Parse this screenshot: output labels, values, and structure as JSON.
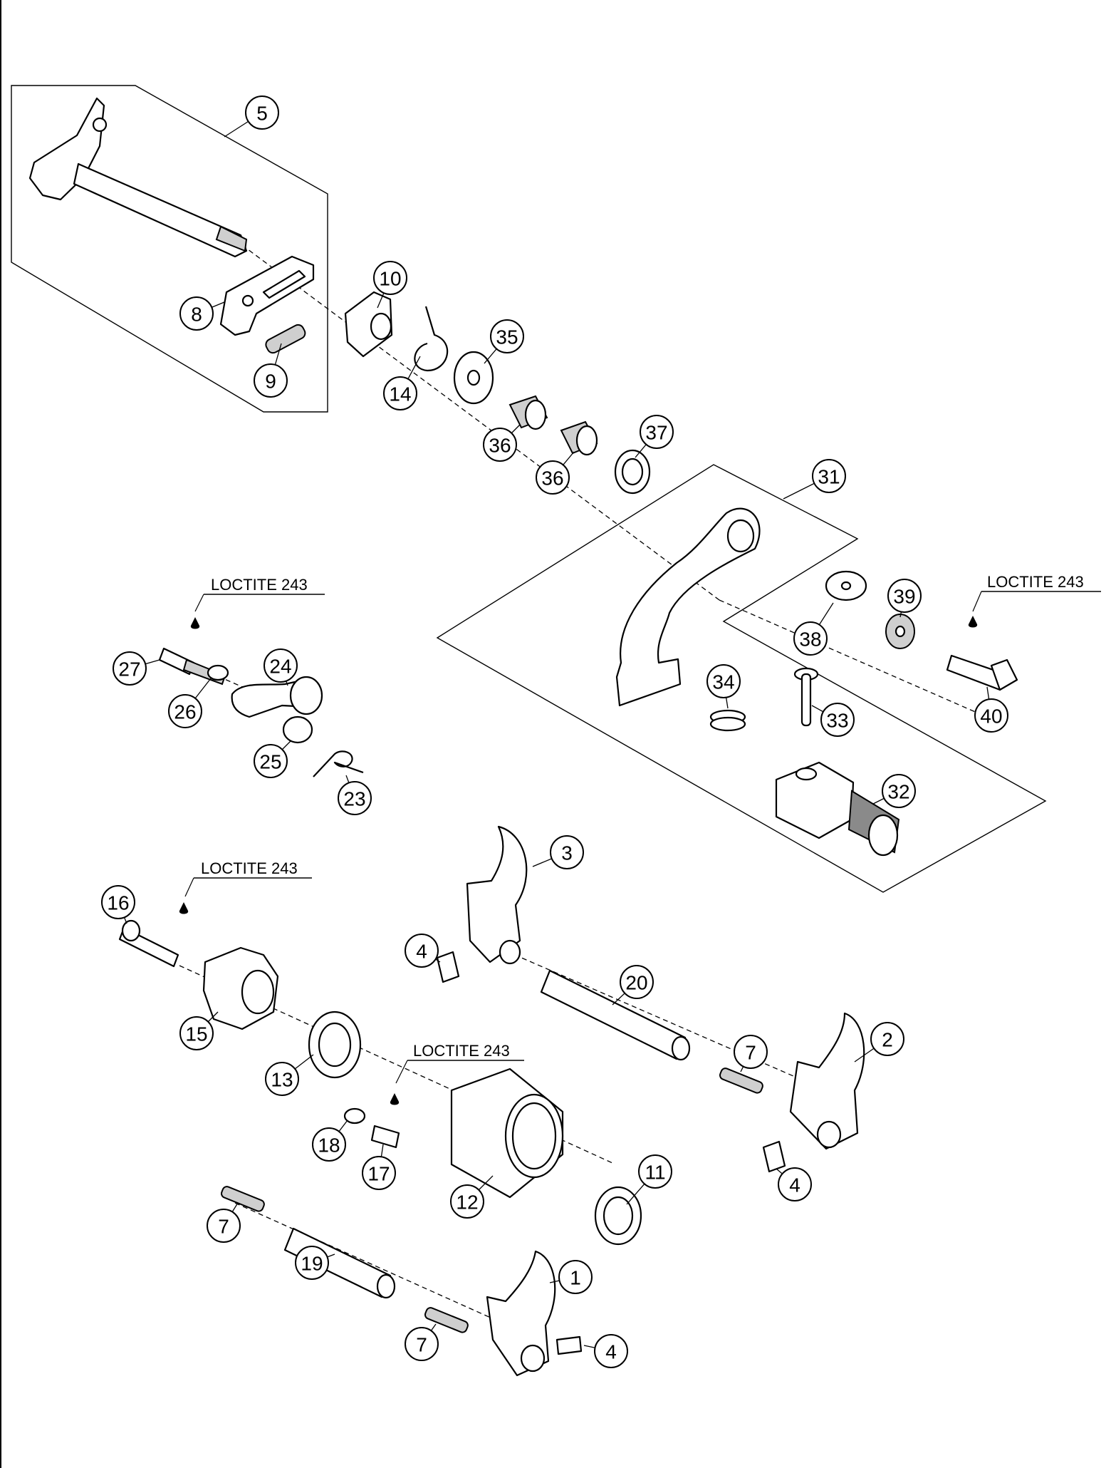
{
  "callouts": [
    {
      "label": "5"
    },
    {
      "label": "8"
    },
    {
      "label": "9"
    },
    {
      "label": "10"
    },
    {
      "label": "14"
    },
    {
      "label": "35"
    },
    {
      "label": "36"
    },
    {
      "label": "36"
    },
    {
      "label": "37"
    },
    {
      "label": "31"
    },
    {
      "label": "38"
    },
    {
      "label": "39"
    },
    {
      "label": "40"
    },
    {
      "label": "34"
    },
    {
      "label": "33"
    },
    {
      "label": "32"
    },
    {
      "label": "27"
    },
    {
      "label": "24"
    },
    {
      "label": "26"
    },
    {
      "label": "25"
    },
    {
      "label": "23"
    },
    {
      "label": "16"
    },
    {
      "label": "15"
    },
    {
      "label": "13"
    },
    {
      "label": "18"
    },
    {
      "label": "17"
    },
    {
      "label": "12"
    },
    {
      "label": "11"
    },
    {
      "label": "3"
    },
    {
      "label": "4"
    },
    {
      "label": "20"
    },
    {
      "label": "7"
    },
    {
      "label": "2"
    },
    {
      "label": "4"
    },
    {
      "label": "7"
    },
    {
      "label": "19"
    },
    {
      "label": "1"
    },
    {
      "label": "7"
    },
    {
      "label": "4"
    }
  ],
  "loctite_labels": [
    {
      "text": "LOCTITE 243"
    },
    {
      "text": "LOCTITE 243"
    },
    {
      "text": "LOCTITE 243"
    },
    {
      "text": "LOCTITE 243"
    }
  ]
}
